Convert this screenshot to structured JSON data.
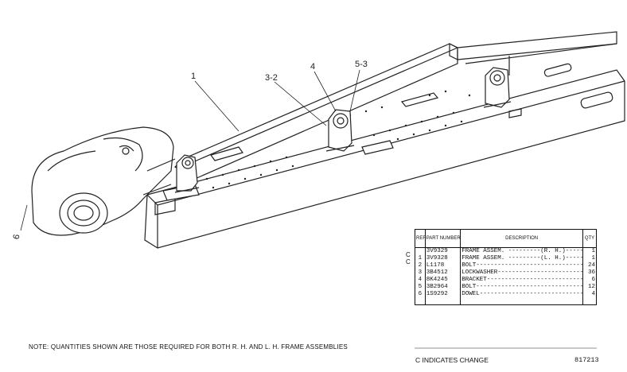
{
  "callouts": {
    "c1": "1",
    "c3_2": "3-2",
    "c4": "4",
    "c5_3": "5-3",
    "c6": "6"
  },
  "table": {
    "headers": {
      "ref": "REF NO.",
      "part": "PART NUMBER",
      "desc": "DESCRIPTION",
      "qty": "QTY"
    },
    "rows": [
      {
        "ref": "",
        "part": "3V9329",
        "desc": "FRAME ASSEM. ---------(R. H.)------",
        "qty": "1",
        "change": "C"
      },
      {
        "ref": "1",
        "part": "3V9328",
        "desc": "FRAME ASSEM. ---------(L. H.)------",
        "qty": "1",
        "change": "C"
      },
      {
        "ref": "2",
        "part": "L1178",
        "desc": "BOLT---------------------------------",
        "qty": "24",
        "change": ""
      },
      {
        "ref": "3",
        "part": "3B4512",
        "desc": "LOCKWASHER-------------------------",
        "qty": "36",
        "change": ""
      },
      {
        "ref": "4",
        "part": "8K4245",
        "desc": "BRACKET----------------------------",
        "qty": "6",
        "change": ""
      },
      {
        "ref": "5",
        "part": "3B2964",
        "desc": "BOLT---------------------------------",
        "qty": "12",
        "change": ""
      },
      {
        "ref": "6",
        "part": "1S9292",
        "desc": "DOWEL-------------------------------",
        "qty": "4",
        "change": ""
      }
    ]
  },
  "note": "NOTE: QUANTITIES SHOWN ARE THOSE REQUIRED FOR BOTH R. H. AND L. H. FRAME ASSEMBLIES",
  "change_legend": "C INDICATES CHANGE",
  "drawing_number": "817213"
}
